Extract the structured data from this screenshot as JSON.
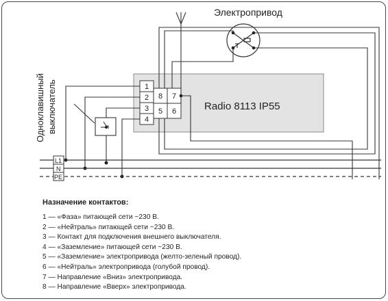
{
  "diagram": {
    "actuator_label": "Электропривод",
    "device_label": "Radio 8113 IP55",
    "switch_label_line1": "Одноклавишный",
    "switch_label_line2": "выключатель",
    "bus_labels": [
      "L1",
      "N",
      "PE"
    ],
    "terminals_left": [
      "1",
      "2",
      "3",
      "4"
    ],
    "terminals_mid": [
      "8",
      "5"
    ],
    "terminals_right": [
      "7",
      "6"
    ]
  },
  "legend": {
    "title": "Назначение контактов:",
    "items": [
      "1 — «Фаза» питающей сети ~230 В.",
      "2 — «Нейтраль» питающей сети ~230 В.",
      "3 — Контакт для подключения внешнего выключателя.",
      "4 — «Заземление» питающей сети ~230 В.",
      "5 — «Заземление» электропривода (желто-зеленый провод).",
      "6 — «Нейтраль» электропривода (голубой провод).",
      "7 — Направление «Вниз» электропривода.",
      "8 — Направление «Вверх» электропривода."
    ]
  }
}
